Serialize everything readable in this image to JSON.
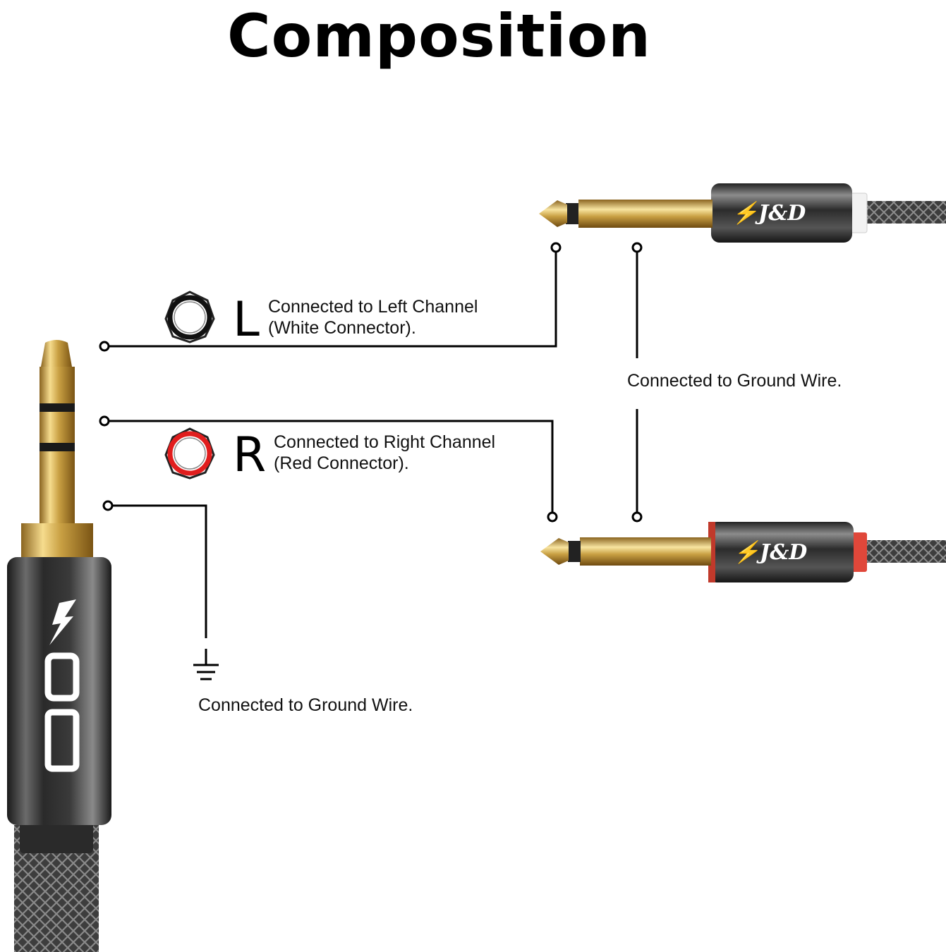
{
  "title": "Composition",
  "left_channel": {
    "letter": "L",
    "line1": "Connected to Left Channel",
    "line2": "(White Connector)."
  },
  "right_channel": {
    "letter": "R",
    "line1": "Connected to Right Channel",
    "line2": "(Red Connector)."
  },
  "ground_right_label": "Connected to Ground Wire.",
  "ground_left_label": "Connected to Ground Wire.",
  "brand_logo": "J&D",
  "colors": {
    "gold": "#c9a043",
    "chrome": "#3a3a3a",
    "red_ring": "#e11d1d",
    "white_ring": "#f2f2f2",
    "cable": "#4a4a4a"
  }
}
